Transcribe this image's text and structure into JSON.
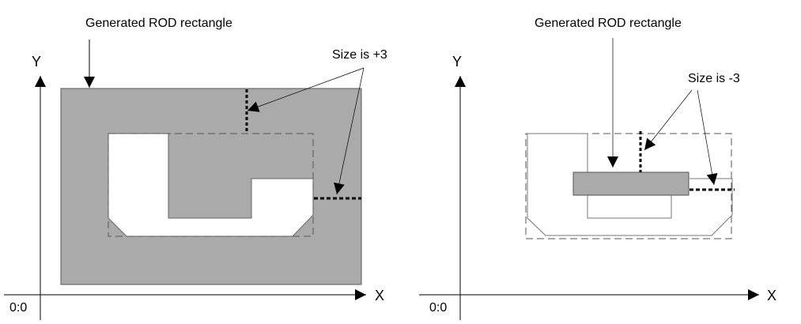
{
  "left_panel": {
    "title": "Generated ROD rectangle",
    "size_label": "Size is +3",
    "axis_x": "X",
    "axis_y": "Y",
    "origin": "0:0"
  },
  "right_panel": {
    "title": "Generated ROD rectangle",
    "size_label": "Size is -3",
    "axis_x": "X",
    "axis_y": "Y",
    "origin": "0:0"
  },
  "colors": {
    "rod_fill": "#aaaaaa",
    "outline": "#777777"
  }
}
